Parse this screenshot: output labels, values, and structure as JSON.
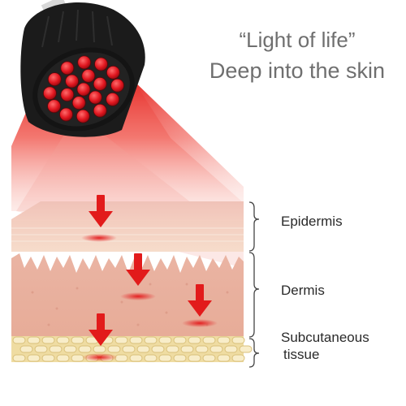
{
  "headline": {
    "line1": "“Light of life”",
    "line2": "Deep into the skin"
  },
  "layers": [
    {
      "id": "epidermis",
      "label": "Epidermis"
    },
    {
      "id": "dermis",
      "label": "Dermis"
    },
    {
      "id": "subcutaneous",
      "label": "Subcutaneous",
      "label2": "tissue"
    }
  ],
  "colors": {
    "light_red": "#e8231f",
    "arrow_red": "#e21b1b",
    "bulb_body": "#1b1b1b",
    "headline_text": "#6f6f6f",
    "epidermis": "#f4d9c4",
    "dermis": "#e9b29f",
    "subcutaneous": "#f1e2ad"
  },
  "icons": [
    "led-bulb-icon",
    "down-arrow-icon",
    "bracket-icon"
  ]
}
